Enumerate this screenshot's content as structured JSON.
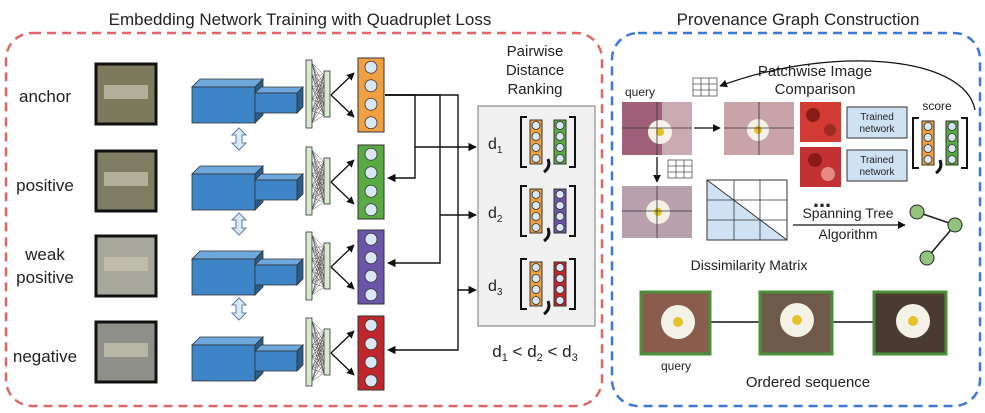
{
  "left_panel": {
    "title": "Embedding Network Training with Quadruplet Loss",
    "rows": [
      {
        "label_lines": [
          "anchor"
        ],
        "color": "#f0a040",
        "patch": "#7d7a5e"
      },
      {
        "label_lines": [
          "positive"
        ],
        "color": "#5aaa44",
        "patch": "#7e7c63"
      },
      {
        "label_lines": [
          "weak",
          "positive"
        ],
        "color": "#6a55a8",
        "patch": "#a8a79c"
      },
      {
        "label_lines": [
          "negative"
        ],
        "color": "#c0262c",
        "patch": "#8e8f88"
      }
    ],
    "ranking_title_lines": [
      "Pairwise",
      "Distance",
      "Ranking"
    ],
    "distances": [
      {
        "name": "d",
        "sub": "1"
      },
      {
        "name": "d",
        "sub": "2"
      },
      {
        "name": "d",
        "sub": "3"
      }
    ],
    "inequality": {
      "d1": "d",
      "s1": "1",
      "op1": " < ",
      "d2": "d",
      "s2": "2",
      "op2": " < ",
      "d3": "d",
      "s3": "3"
    }
  },
  "right_panel": {
    "title": "Provenance Graph Construction",
    "query_label": "query",
    "patchwise_lines": [
      "Patchwise Image",
      "Comparison"
    ],
    "score_label": "score",
    "trained_network_lines": [
      "Trained",
      "network"
    ],
    "ellipsis": "...",
    "spanning_lines": [
      "Spanning Tree",
      "Algorithm"
    ],
    "dissimilarity_label": "Dissimilarity Matrix",
    "sequence_query_label": "query",
    "ordered_sequence_label": "Ordered sequence"
  },
  "colors": {
    "left_border": "#e06666",
    "right_border": "#3c78d8",
    "cnn_blue": "#3d85c6",
    "layer_green": "#d9ead3",
    "ranking_bg": "#f0f0f0",
    "trained_network_bg": "#cfe2f3",
    "matrix_fill": "#cfe2f3",
    "tree_node": "#93c47d"
  }
}
